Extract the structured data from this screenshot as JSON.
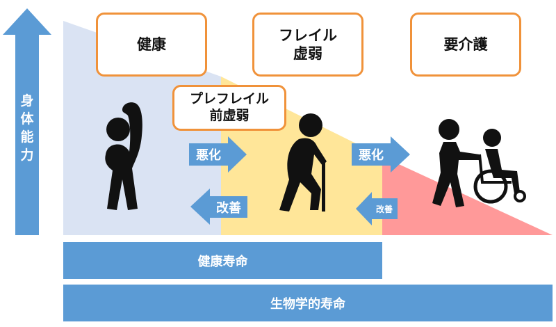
{
  "axis": {
    "label_chars": [
      "身",
      "体",
      "能",
      "力"
    ]
  },
  "stages": {
    "healthy": {
      "label": "健康"
    },
    "frailty": {
      "line1": "フレイル",
      "line2": "虚弱"
    },
    "care": {
      "label": "要介護"
    },
    "prefrailty": {
      "line1": "プレフレイル",
      "line2": "前虚弱"
    }
  },
  "arrows": {
    "worsen_1": "悪化",
    "worsen_2": "悪化",
    "improve_1": "改善",
    "improve_2": "改善"
  },
  "bars": {
    "healthy_life": "健康寿命",
    "biological_life": "生物学的寿命"
  },
  "colors": {
    "axis_blue": "#5b9bd5",
    "healthy_zone": "#dae3f3",
    "prefrail_zone": "#ffe699",
    "care_zone": "#ff9999",
    "box_border": "#f0923a"
  }
}
